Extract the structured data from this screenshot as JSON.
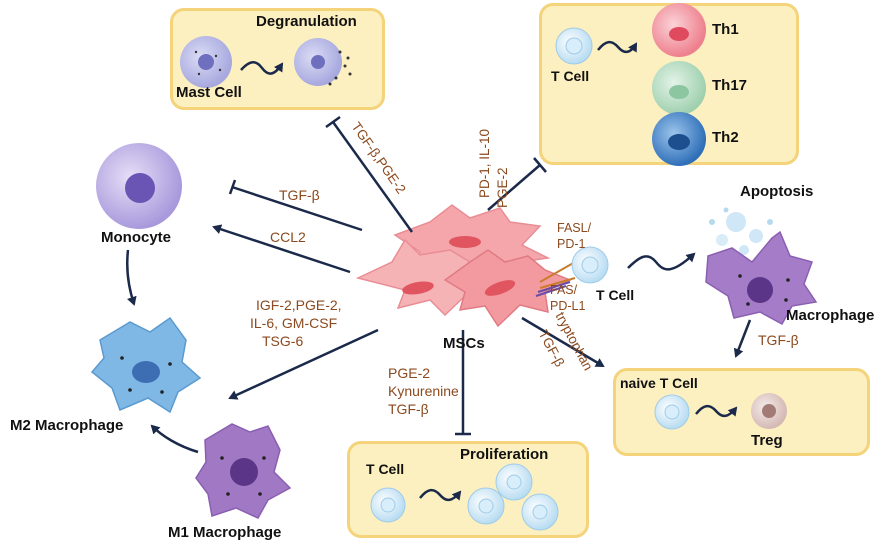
{
  "colors": {
    "box_fill": "#fcefc0",
    "box_border": "#f4d37a",
    "arrow": "#1b2a4a",
    "factor_text": "#8b4a1f",
    "msc": "#f2a1a6",
    "monocyte": "#b7a9e0",
    "mast": "#b2b4e4",
    "m2": "#7fb8e6",
    "m1": "#a077c2",
    "tcell": "#cfe8f7",
    "th1": "#f08c98",
    "th17": "#a8d8b8",
    "th2": "#3b80c6",
    "treg": "#c9a4a0"
  },
  "cells": {
    "mscs": "MSCs",
    "mast_cell": "Mast Cell",
    "monocyte": "Monocyte",
    "m2_macrophage": "M2 Macrophage",
    "m1_macrophage": "M1 Macrophage",
    "macrophage": "Macrophage",
    "t_cell_right": "T Cell"
  },
  "boxes": {
    "degranulation": {
      "title": "Degranulation"
    },
    "th": {
      "t_cell": "T Cell",
      "th1": "Th1",
      "th17": "Th17",
      "th2": "Th2"
    },
    "proliferation": {
      "title": "Proliferation",
      "t_cell": "T Cell"
    },
    "treg": {
      "naive": "naive T Cell",
      "treg": "Treg"
    }
  },
  "apoptosis": "Apoptosis",
  "factors": {
    "mast": "TGF-β,PGE-2",
    "th_line1": "PD-1, IL-10",
    "th_line2": "PGE-2",
    "monocyte_inhibit": "TGF-β",
    "monocyte_recruit": "CCL2",
    "m2_line1": "IGF-2,PGE-2,",
    "m2_line2": "IL-6, GM-CSF",
    "m2_line3": "TSG-6",
    "prolif_line1": "PGE-2",
    "prolif_line2": "Kynurenine",
    "prolif_line3": "TGF-β",
    "fasl_line1": "FASL/",
    "fasl_line2": "PD-1",
    "fas_line1": "FAS/",
    "fas_line2": "PD-L1",
    "treg_line1": "tryptophan",
    "treg_line2": "TGF-β",
    "macrophage_tgf": "TGF-β"
  }
}
